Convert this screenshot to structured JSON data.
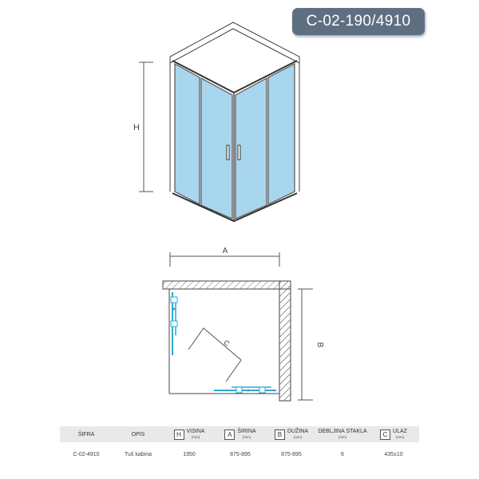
{
  "product_code": "C-02-190/4910",
  "dims": {
    "h": "H",
    "a": "A",
    "b": "B",
    "c": "C"
  },
  "table": {
    "headers": [
      {
        "label": "ŠIFRA",
        "unit": "",
        "tag": ""
      },
      {
        "label": "OPIS",
        "unit": "",
        "tag": ""
      },
      {
        "label": "VISINA",
        "unit": "(mm)",
        "tag": "H"
      },
      {
        "label": "ŠIRINA",
        "unit": "(mm)",
        "tag": "A"
      },
      {
        "label": "DUŽINA",
        "unit": "(mm)",
        "tag": "B"
      },
      {
        "label": "DEBLJINA STAKLA",
        "unit": "(mm)",
        "tag": ""
      },
      {
        "label": "ULAZ",
        "unit": "(mm)",
        "tag": "C"
      }
    ],
    "row": [
      "C-02-4910",
      "Tuš kabina",
      "1950",
      "875-895",
      "875-895",
      "6",
      "435±10"
    ]
  },
  "colors": {
    "badge": "#5e6f82",
    "glass": "#a8d6ee",
    "hinge": "#2aa9d6"
  }
}
